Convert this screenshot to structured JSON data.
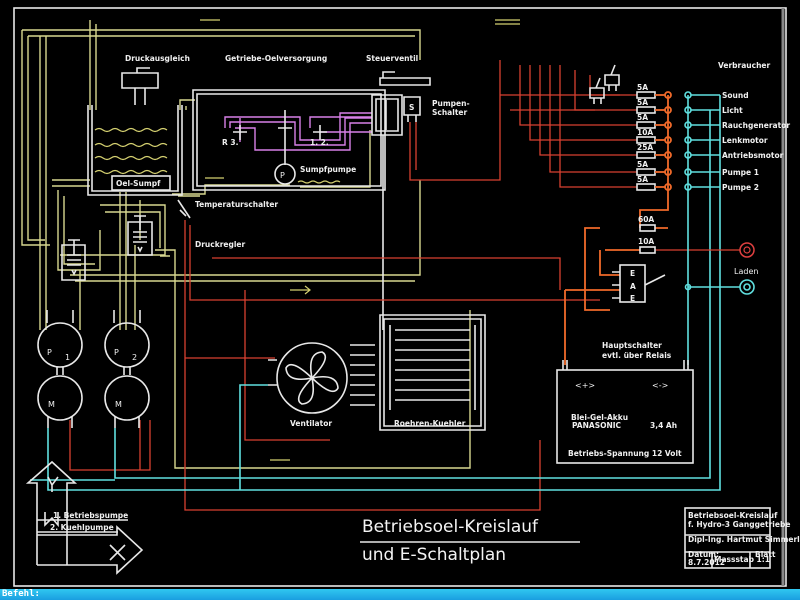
{
  "labels": {
    "druckausgleich": "Druckausgleich",
    "getriebe": "Getriebe-Oelversorgung",
    "steuerventil": "Steuerventil",
    "pumpen_schalter_1": "Pumpen-",
    "pumpen_schalter_2": "Schalter",
    "s": "S",
    "r3": "R 3.",
    "g12": "1. 2.",
    "sumpfpumpe": "Sumpfpumpe",
    "p": "P",
    "oel_sumpf": "Oel-Sumpf",
    "temperaturschalter": "Temperaturschalter",
    "druckregler": "Druckregler",
    "p1": "P",
    "p1_sub": "1",
    "p2": "P",
    "p2_sub": "2",
    "m": "M",
    "ventilator": "Ventilator",
    "roehren_kuehler": "Roehren-Kuehler",
    "verbraucher": "Verbraucher",
    "laden": "Laden",
    "switch_e1": "E",
    "switch_a": "A",
    "switch_e2": "E",
    "hauptschalter_1": "Hauptschalter",
    "hauptschalter_2": "evtl. über Relais",
    "fuse_60a": "60A",
    "fuse_10a": "10A"
  },
  "consumers": [
    {
      "fuse": "5A",
      "name": "Sound"
    },
    {
      "fuse": "5A",
      "name": "Licht"
    },
    {
      "fuse": "5A",
      "name": "Rauchgenerator"
    },
    {
      "fuse": "10A",
      "name": "Lenkmotor"
    },
    {
      "fuse": "25A",
      "name": "Antriebsmotor"
    },
    {
      "fuse": "5A",
      "name": "Pumpe 1"
    },
    {
      "fuse": "5A",
      "name": "Pumpe 2"
    }
  ],
  "battery": {
    "plus": "<+>",
    "minus": "<->",
    "type": "Blei-Gel-Akku",
    "brand": "PANASONIC",
    "capacity": "3,4 Ah",
    "voltage": "Betriebs-Spannung 12 Volt"
  },
  "legend": {
    "item1": "1. Betriebspumpe",
    "item2": "2. Kuehlpumpe"
  },
  "title": {
    "line1": "Betriebsoel-Kreislauf",
    "line2": "und E-Schaltplan"
  },
  "title_block": {
    "line1": "Betriebsoel-Kreislauf",
    "line2": "f. Hydro-3 Ganggetriebe",
    "author": "Dipl-Ing. Hartmut Simmerle",
    "date_label": "Datum:",
    "date": "8.7.2012",
    "scale": "Massstab 1:1",
    "sheet": "Blatt"
  },
  "command_line": {
    "prompt": "Befehl:"
  }
}
